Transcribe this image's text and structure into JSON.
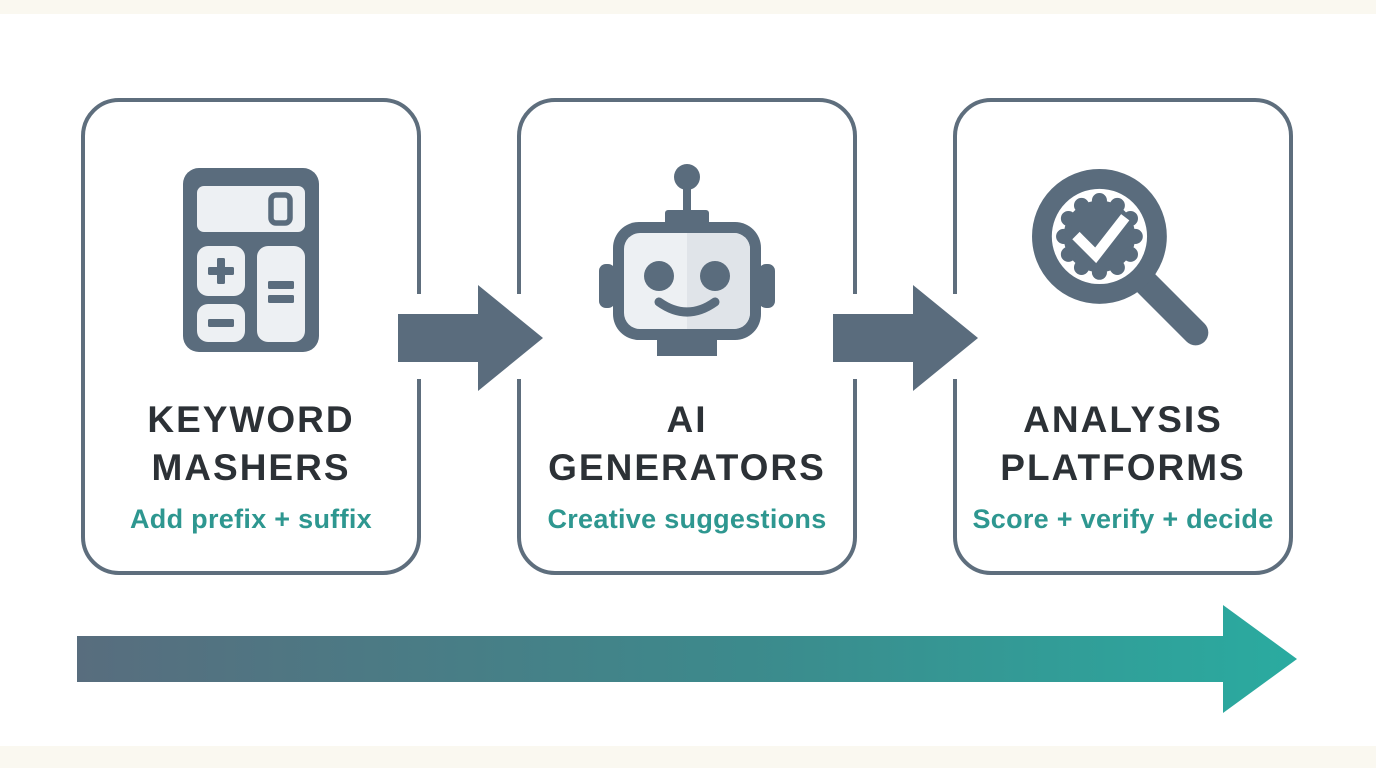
{
  "diagram": {
    "type": "process-flow",
    "flow_direction": "left-to-right",
    "stages": [
      {
        "title": "KEYWORD MASHERS",
        "subtitle": "Add prefix + suffix",
        "icon": "calculator-icon"
      },
      {
        "title": "AI GENERATORS",
        "subtitle": "Creative suggestions",
        "icon": "robot-icon"
      },
      {
        "title": "ANALYSIS PLATFORMS",
        "subtitle": "Score + verify + decide",
        "icon": "magnifier-check-icon"
      }
    ],
    "connectors": [
      "arrow-right-icon",
      "arrow-right-icon"
    ],
    "bottom_arrow": "gradient-flow-arrow-icon"
  },
  "colors": {
    "background": "#ffffff",
    "card_border": "#5e6e7d",
    "icon_slate": "#5a6c7d",
    "icon_light": "#edf0f3",
    "icon_face_shade": "#e0e4e9",
    "title_text": "#2c3136",
    "accent_teal": "#2e9790",
    "flow_gradient_start": "#586d7e",
    "flow_gradient_mid": "#3c8a8c",
    "flow_gradient_end": "#2aaba0"
  }
}
